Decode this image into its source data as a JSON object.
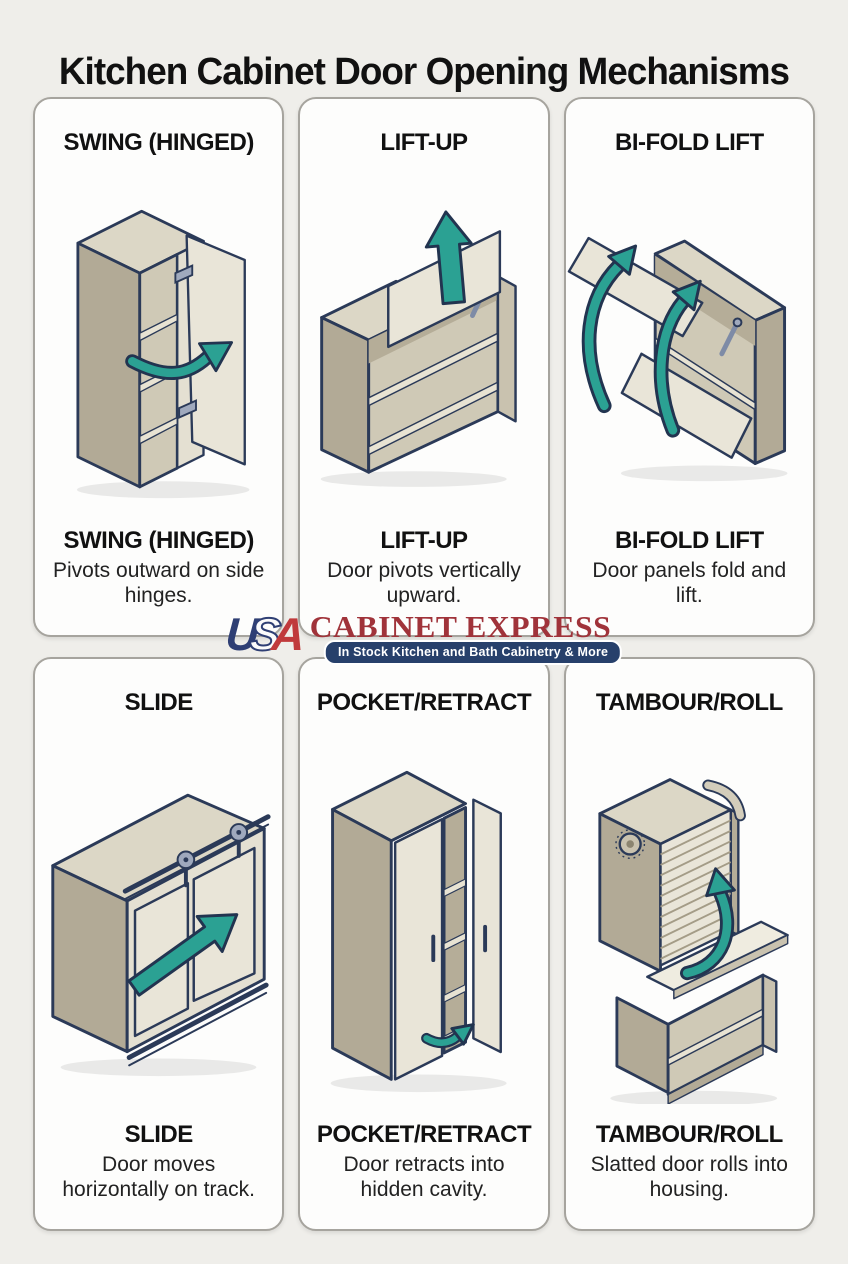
{
  "title": "Kitchen Cabinet Door Opening Mechanisms",
  "logo": {
    "usa_letters": [
      "U",
      "S",
      "A"
    ],
    "brand": "CABINET EXPRESS",
    "tagline": "In Stock Kitchen and Bath Cabinetry & More"
  },
  "colors": {
    "accent_teal": "#2ba193",
    "outline_navy": "#2b3a58",
    "brand_red": "#a0333a",
    "brand_navy": "#27406b",
    "cabinet_taupe": "#b2aa96",
    "cabinet_cream": "#e9e5d8",
    "page_background": "#efeeea"
  },
  "panels": [
    {
      "header": "SWING (HINGED)",
      "title": "SWING (HINGED)",
      "description": "Pivots outward on side hinges.",
      "illustration": "swing-hinged-cabinet"
    },
    {
      "header": "LIFT-UP",
      "title": "LIFT-UP",
      "description": "Door pivots vertically upward.",
      "illustration": "lift-up-cabinet"
    },
    {
      "header": "BI-FOLD LIFT",
      "title": "BI-FOLD LIFT",
      "description": "Door panels fold and lift.",
      "illustration": "bi-fold-lift-cabinet"
    },
    {
      "header": "SLIDE",
      "title": "SLIDE",
      "description": "Door moves horizontally on track.",
      "illustration": "sliding-door-cabinet"
    },
    {
      "header": "POCKET/RETRACT",
      "title": "POCKET/RETRACT",
      "description": "Door retracts into hidden cavity.",
      "illustration": "pocket-retract-cabinet"
    },
    {
      "header": "TAMBOUR/ROLL",
      "title": "TAMBOUR/ROLL",
      "description": "Slatted door rolls into housing.",
      "illustration": "tambour-roll-cabinet"
    }
  ]
}
